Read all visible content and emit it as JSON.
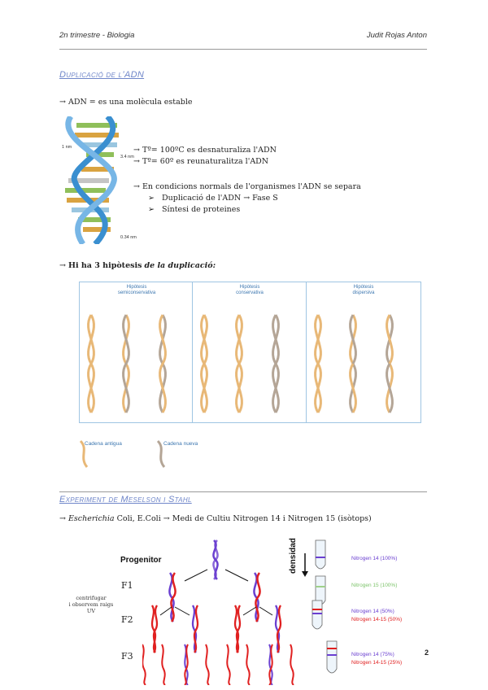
{
  "header": {
    "left": "2n trimestre - Biologia",
    "right": "Judit Rojas Anton"
  },
  "section1": {
    "title": "Duplicació de l’ADN",
    "intro": "ADN = es una molècula estable",
    "dna_labels": {
      "one_nm": "1 nm",
      "pitch": "3.4 nm",
      "rise": "0.34 nm"
    },
    "temp1": "Tº= 100ºC es desnaturaliza l'ADN",
    "temp2": "Tº= 60º es reunaturalitza l'ADN",
    "normal": "En condicions normals de l'organismes l'ADN se separa",
    "sub1": "Duplicació de l'ADN → Fase S",
    "sub2": "Síntesi de proteines",
    "hyp_intro_bold": "Hi ha 3 hipòtesis",
    "hyp_intro_italic": "de la duplicació:"
  },
  "hypotheses": [
    {
      "title_line1": "Hipòtesis",
      "title_line2": "semiconservativa"
    },
    {
      "title_line1": "Hipòtesis",
      "title_line2": "conservativa"
    },
    {
      "title_line1": "Hipòtesis",
      "title_line2": "dispersiva"
    }
  ],
  "legend": {
    "old": "Cadena antigua",
    "new": "Cadena nueva"
  },
  "section2": {
    "title": "Experiment de Meselson i Stahl",
    "intro_italic": "Escherichia",
    "intro_rest": "Coli, E.Coli → Medi de Cultiu Nitrogen 14 i Nitrogen 15 (isòtops)"
  },
  "experiment": {
    "progenitor": "Progenitor",
    "gen1": "F1",
    "gen2": "F2",
    "gen3": "F3",
    "side_note_1": "centrifugar",
    "side_note_2": "i observem raigs",
    "side_note_3": "UV",
    "density": "densidad",
    "tube1_a": "Nitrogen 14 (100%)",
    "tube2_a": "Nitrogen 15 (100%)",
    "tube3_a": "Nitrogen 14 (50%)",
    "tube3_b": "Nitrogen 14-15 (50%)",
    "tube4_a": "Nitrogen 14 (75%)",
    "tube4_b": "Nitrogen 14-15 (25%)"
  },
  "colors": {
    "old_strand": "#e8b877",
    "new_strand": "#b4a596",
    "n14": "#6a3fd0",
    "n15": "#e02020",
    "accent": "#6f86c9"
  },
  "page_number": "2"
}
